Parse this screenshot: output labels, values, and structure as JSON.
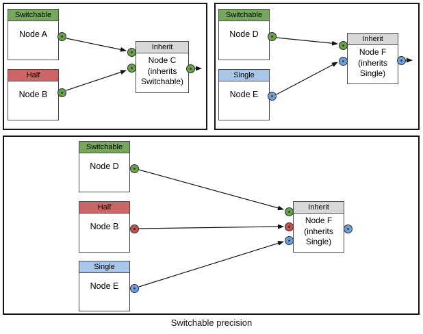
{
  "caption": "Switchable precision",
  "colors": {
    "switchable_header": "#76a75c",
    "half_header": "#cc6666",
    "single_header": "#a9c6e9",
    "inherit_header": "#d8d8d8",
    "switchable_port": "#6aa04e",
    "half_port": "#c2524f",
    "single_port": "#6f9fd8"
  },
  "panels": [
    {
      "id": "top-left",
      "nodes": [
        {
          "id": "node-a",
          "type_label": "Switchable",
          "name_label": "Node A",
          "output_port": "switchable"
        },
        {
          "id": "node-b",
          "type_label": "Half",
          "name_label": "Node B",
          "output_port": "switchable"
        },
        {
          "id": "node-c",
          "type_label": "Inherit",
          "name_lines": [
            "Node C",
            "(inherits",
            "Switchable)"
          ],
          "input_ports": [
            "switchable",
            "switchable"
          ],
          "output_port": "switchable"
        }
      ],
      "edges": [
        {
          "from": "Node A",
          "to": "Node C"
        },
        {
          "from": "Node B",
          "to": "Node C"
        },
        {
          "from": "Node C",
          "to": "output"
        }
      ]
    },
    {
      "id": "top-right",
      "nodes": [
        {
          "id": "node-d",
          "type_label": "Switchable",
          "name_label": "Node D",
          "output_port": "switchable"
        },
        {
          "id": "node-e",
          "type_label": "Single",
          "name_label": "Node E",
          "output_port": "single"
        },
        {
          "id": "node-f",
          "type_label": "Inherit",
          "name_lines": [
            "Node F",
            "(inherits",
            "Single)"
          ],
          "input_ports": [
            "switchable",
            "single"
          ],
          "output_port": "single"
        }
      ],
      "edges": [
        {
          "from": "Node D",
          "to": "Node F"
        },
        {
          "from": "Node E",
          "to": "Node F"
        },
        {
          "from": "Node F",
          "to": "output"
        }
      ]
    },
    {
      "id": "bottom",
      "nodes": [
        {
          "id": "node-d",
          "type_label": "Switchable",
          "name_label": "Node D",
          "output_port": "switchable"
        },
        {
          "id": "node-b",
          "type_label": "Half",
          "name_label": "Node B",
          "output_port": "half"
        },
        {
          "id": "node-e",
          "type_label": "Single",
          "name_label": "Node E",
          "output_port": "single"
        },
        {
          "id": "node-f",
          "type_label": "Inherit",
          "name_lines": [
            "Node F",
            "(inherits",
            "Single)"
          ],
          "input_ports": [
            "switchable",
            "half",
            "single"
          ],
          "output_port": "single"
        }
      ],
      "edges": [
        {
          "from": "Node D",
          "to": "Node F"
        },
        {
          "from": "Node B",
          "to": "Node F"
        },
        {
          "from": "Node E",
          "to": "Node F"
        }
      ]
    }
  ]
}
